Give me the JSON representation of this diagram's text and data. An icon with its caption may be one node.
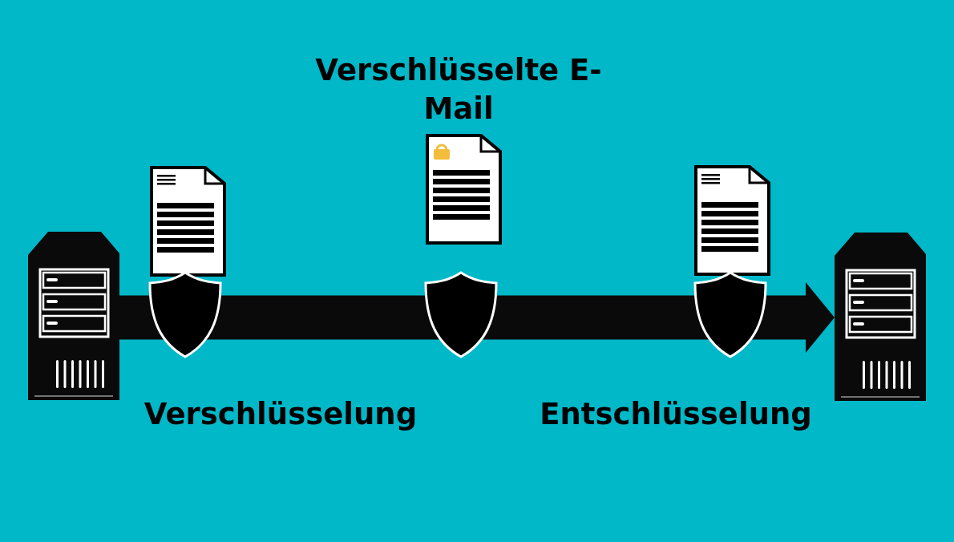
{
  "diagram": {
    "nodes": [
      {
        "text": [],
        "shape": "picture"
      },
      {
        "text": [],
        "shape": "picture"
      }
    ],
    "edges": [
      {
        "from": 0,
        "to": 1,
        "arrow": "to"
      }
    ],
    "labels": [
      "Verschlüsselte E-Mail",
      "Verschlüsselung",
      "Entschlüsselung"
    ]
  }
}
